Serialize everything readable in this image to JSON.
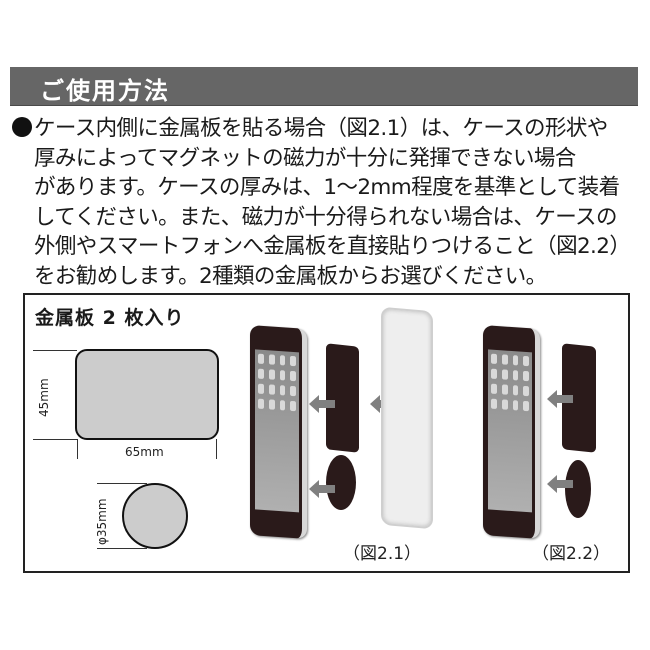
{
  "header": {
    "title": "ご使用方法"
  },
  "instructions": {
    "lines": [
      "ケース内側に金属板を貼る場合（図2.1）は、ケースの形状や",
      "厚みによってマグネットの磁力が十分に発揮できない場合",
      "があります。ケースの厚みは、1～2mm程度を基準として装着",
      "してください。また、磁力が十分得られない場合は、ケースの",
      "外側やスマートフォンへ金属板を直接貼りつけること（図2.2）",
      "をお勧めします。2種類の金属板からお選びください。"
    ]
  },
  "figure": {
    "title": "金属板 2 枚入り",
    "rect_plate": {
      "width_label": "65mm",
      "height_label": "45mm"
    },
    "round_plate": {
      "diameter_label": "φ35mm"
    },
    "fig1_label": "（図2.1）",
    "fig2_label": "（図2.2）",
    "colors": {
      "plate_fill": "#cccccc",
      "dark_plate": "#2a1a1a",
      "arrow": "#808080",
      "header_bg": "#666666"
    }
  }
}
